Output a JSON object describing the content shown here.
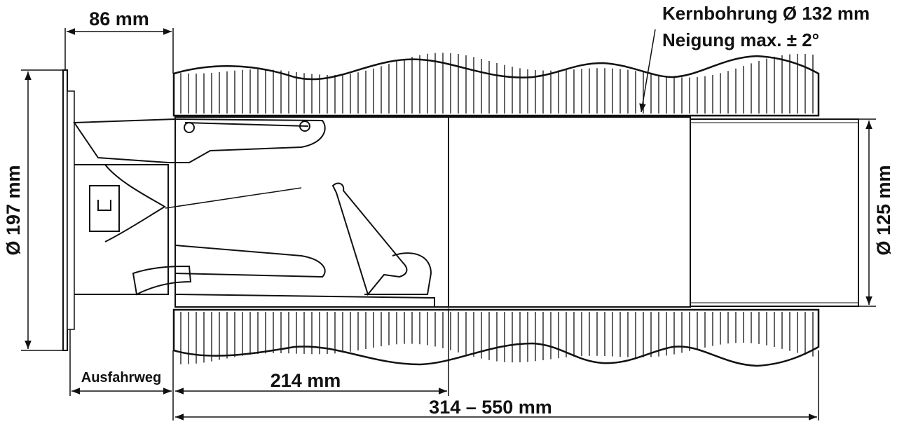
{
  "labels": {
    "width_top": "86 mm",
    "core_drill": "Kernbohrung Ø 132 mm",
    "tilt": "Neigung max. ± 2°",
    "outer_diameter": "Ø 197 mm",
    "pipe_diameter": "Ø 125 mm",
    "travel": "Ausfahrweg",
    "depth_inner": "214 mm",
    "depth_range": "314 – 550 mm"
  },
  "colors": {
    "line": "#111111",
    "background": "#ffffff"
  }
}
